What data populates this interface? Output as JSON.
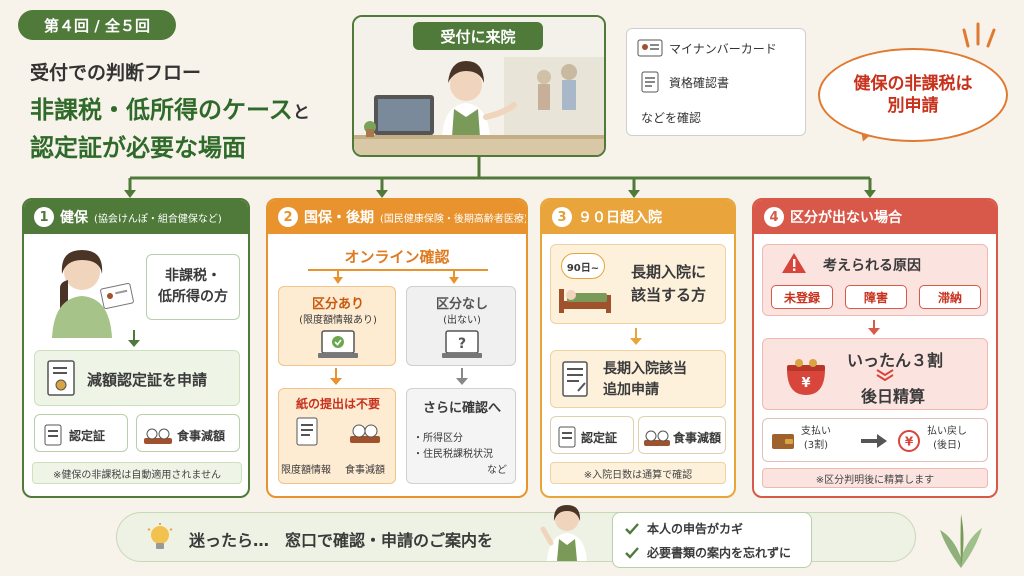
{
  "header": {
    "episode": "第４回 / 全５回",
    "title_line1": "受付での判断フロー",
    "title_line2_main": "非課税・低所得のケース",
    "title_line2_suffix": "と",
    "title_line3": "認定証が必要な場面"
  },
  "reception": {
    "label": "受付に来院",
    "checks": [
      "マイナンバーカード",
      "資格確認書",
      "などを確認"
    ]
  },
  "callout": {
    "line1": "健保の非課税は",
    "line2": "別申請"
  },
  "cards": [
    {
      "num": "1",
      "title": "健保",
      "subtitle": "(協会けんぽ・組合健保など)",
      "target_line1": "非課税・",
      "target_line2": "低所得の方",
      "action": "減額認定証を申請",
      "item1": "認定証",
      "item2": "食事減額",
      "note": "※健保の非課税は自動適用されません"
    },
    {
      "num": "2",
      "title": "国保・後期",
      "subtitle": "(国民健康保険・後期高齢者医療)",
      "online": "オンライン確認",
      "yes_title": "区分あり",
      "yes_sub": "(限度額情報あり)",
      "no_title": "区分なし",
      "no_sub": "(出ない)",
      "paper": "紙の提出は不要",
      "paper_item1": "限度額情報",
      "paper_item2": "食事減額",
      "confirm": "さらに確認へ",
      "confirm_item1": "・所得区分",
      "confirm_item2": "・住民税課税状況",
      "confirm_item3": "など"
    },
    {
      "num": "3",
      "title": "９０日超入院",
      "days_badge": "90日~",
      "target_line1": "長期入院に",
      "target_line2": "該当する方",
      "action_line1": "長期入院該当",
      "action_line2": "追加申請",
      "item1": "認定証",
      "item2": "食事減額",
      "note": "※入院日数は通算で確認"
    },
    {
      "num": "4",
      "title": "区分が出ない場合",
      "cause_title": "考えられる原因",
      "causes": [
        "未登録",
        "障害",
        "滞納"
      ],
      "pay_line1": "いったん３割",
      "pay_line2": "後日精算",
      "pay_left_line1": "支払い",
      "pay_left_line2": "(3割)",
      "pay_right_line1": "払い戻し",
      "pay_right_line2": "(後日)",
      "note": "※区分判明後に精算します"
    }
  ],
  "footer": {
    "hint": "迷ったら…　窓口で確認・申請のご案内を",
    "checks": [
      "本人の申告がカギ",
      "必要書類の案内を忘れずに"
    ]
  },
  "colors": {
    "green": "#4f7a3a",
    "orange": "#e8932e",
    "amber": "#eaa43c",
    "red": "#d8584a",
    "callout_text": "#c8321d"
  }
}
